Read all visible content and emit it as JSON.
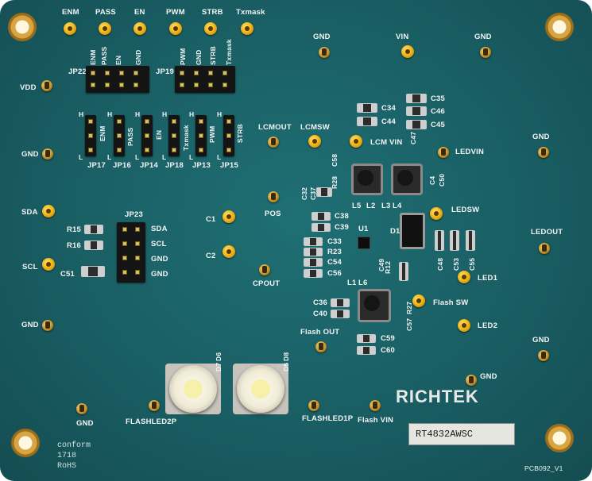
{
  "board": {
    "brand": "RICHTEK",
    "part_number": "RT4832AWSC",
    "pcb_id": "PCB092_V1",
    "conform_lines": [
      "conform",
      "1718",
      "RoHS"
    ],
    "colors": {
      "soldermask": "#195e63",
      "silkscreen": "#f4f4f4",
      "gold": "#f3b81a"
    }
  },
  "top_row_pins": [
    "ENM",
    "PASS",
    "EN",
    "PWM",
    "STRB",
    "Txmask"
  ],
  "jumpers": {
    "JP22": {
      "label": "JP22",
      "pins": [
        "ENM",
        "PASS",
        "EN",
        "GND"
      ]
    },
    "JP19": {
      "label": "JP19",
      "pins": [
        "PWM",
        "GND",
        "STRB",
        "Txmask"
      ]
    },
    "row": [
      "JP17",
      "JP16",
      "JP14",
      "JP18",
      "JP13",
      "JP15"
    ],
    "row_names": [
      "ENM",
      "PASS",
      "EN",
      "Txmask",
      "PWM",
      "STRB"
    ],
    "JP23": {
      "label": "JP23",
      "pins": [
        "SDA",
        "SCL",
        "GND",
        "GND"
      ]
    }
  },
  "left_pins": [
    "VDD",
    "GND",
    "SDA",
    "SCL",
    "GND"
  ],
  "right_pins": [
    "GND",
    "LEDVIN",
    "LEDSW",
    "LEDOUT",
    "LED1",
    "LED2",
    "GND",
    "GND"
  ],
  "top_center_pins": [
    "GND",
    "VIN",
    "GND"
  ],
  "center_pins": [
    "LCMOUT",
    "LCMSW",
    "LCM VIN",
    "POS",
    "C1",
    "C2",
    "CPOUT",
    "Flash SW",
    "Flash OUT",
    "Flash VIN",
    "FLASHLED1P",
    "FLASHLED2P",
    "GND"
  ],
  "resistors": [
    "R15",
    "R16",
    "R23",
    "R28",
    "R12",
    "R27"
  ],
  "capacitors": [
    "C51",
    "C34",
    "C44",
    "C35",
    "C46",
    "C45",
    "C47",
    "C58",
    "C32",
    "C37",
    "C4",
    "C50",
    "C38",
    "C39",
    "C33",
    "C54",
    "C56",
    "C48",
    "C53",
    "C55",
    "C49",
    "C36",
    "C40",
    "C57",
    "C59",
    "C60"
  ],
  "inductors": [
    "L5",
    "L2",
    "L3",
    "L4",
    "L1",
    "L6"
  ],
  "ics": [
    "U1",
    "D1"
  ],
  "leds": [
    "D7",
    "D6",
    "D5",
    "D8"
  ],
  "jp_hl": [
    "H",
    "L"
  ]
}
